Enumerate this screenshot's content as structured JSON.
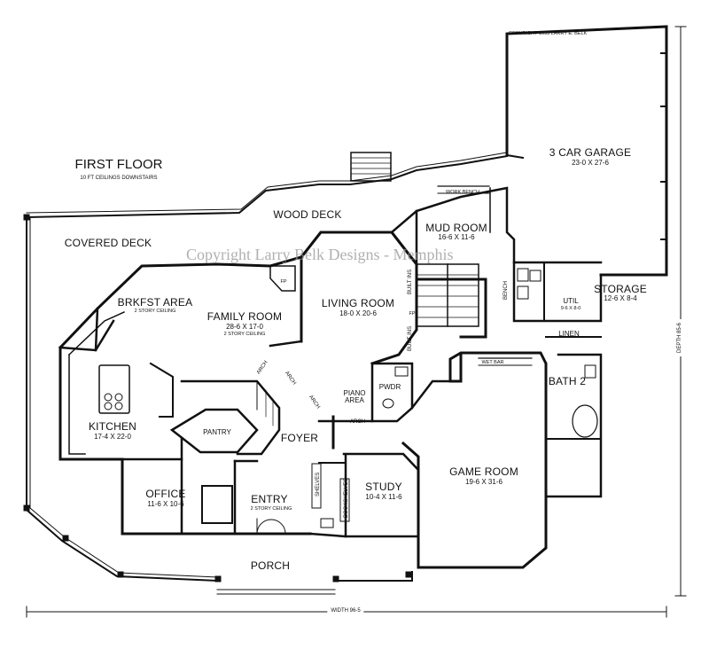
{
  "plan": {
    "title": "FIRST FLOOR",
    "subtitle": "10 FT CEILINGS DOWNSTAIRS",
    "copyright": "COPYRIGHT 1995 LARRY E. BELK",
    "watermark": "Copyright Larry Belk Designs - Memphis",
    "width": "WIDTH 96-5",
    "depth": "DEPTH 85-6"
  },
  "rooms": {
    "garage": {
      "name": "3 CAR GARAGE",
      "dim": "23-0 X 27-6"
    },
    "wood_deck": {
      "name": "WOOD DECK"
    },
    "covered_deck": {
      "name": "COVERED DECK"
    },
    "mud_room": {
      "name": "MUD ROOM",
      "dim": "16-6 X 11-6"
    },
    "storage": {
      "name": "STORAGE",
      "dim": "12-6 X 8-4"
    },
    "util": {
      "name": "UTIL",
      "dim": "9-6 X 8-0"
    },
    "linen": {
      "name": "LINEN"
    },
    "bath2": {
      "name": "BATH 2"
    },
    "brkfst": {
      "name": "BRKFST AREA",
      "note": "2 STORY CEILING"
    },
    "family": {
      "name": "FAMILY ROOM",
      "dim": "28-6 X 17-0",
      "note": "2 STORY CEILING"
    },
    "living": {
      "name": "LIVING ROOM",
      "dim": "18-0 X 20-6"
    },
    "kitchen": {
      "name": "KITCHEN",
      "dim": "17-4 X 22-0"
    },
    "pantry": {
      "name": "PANTRY"
    },
    "pwdr": {
      "name": "PWDR"
    },
    "piano": {
      "name": "PIANO AREA"
    },
    "foyer": {
      "name": "FOYER"
    },
    "office": {
      "name": "OFFICE",
      "dim": "11-6 X 10-6"
    },
    "entry": {
      "name": "ENTRY",
      "note": "2 STORY CEILING"
    },
    "study": {
      "name": "STUDY",
      "dim": "10-4 X 11-6"
    },
    "game": {
      "name": "GAME ROOM",
      "dim": "19-6 X 31-6"
    },
    "porch": {
      "name": "PORCH"
    }
  },
  "tags": {
    "fp": "FP",
    "work_bench": "WORK BENCH",
    "wet_bar": "WET BAR",
    "bench": "BENCH",
    "built_ins": "BUILT INS",
    "arch": "ARCH",
    "shelves": "SHELVES",
    "bookshelves": "BOOKSHELVES"
  }
}
